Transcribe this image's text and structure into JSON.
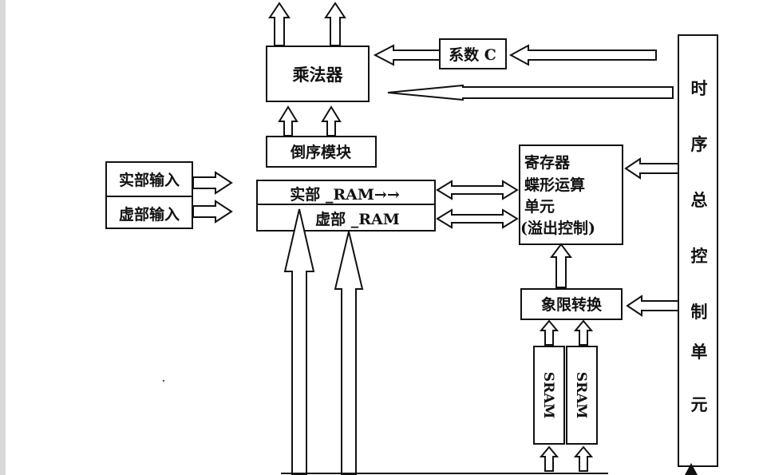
{
  "blocks": {
    "multiplier": "乘法器",
    "coefficient": "系数 C",
    "reverse_order": "倒序模块",
    "real_input": "实部输入",
    "imag_input": "虚部输入",
    "real_ram": "实部 _RAM→→",
    "imag_ram": "虚部 _RAM",
    "butterfly_line1": "寄存器",
    "butterfly_line2": "蝶形运算",
    "butterfly_line3": "单元",
    "butterfly_line4": "(溢出控制)",
    "quadrant": "象限转换",
    "sram_a": "SRAM",
    "sram_b": "SRAM",
    "timing_control": [
      "时",
      "序",
      "总",
      "控",
      "制",
      "单",
      "元"
    ]
  }
}
